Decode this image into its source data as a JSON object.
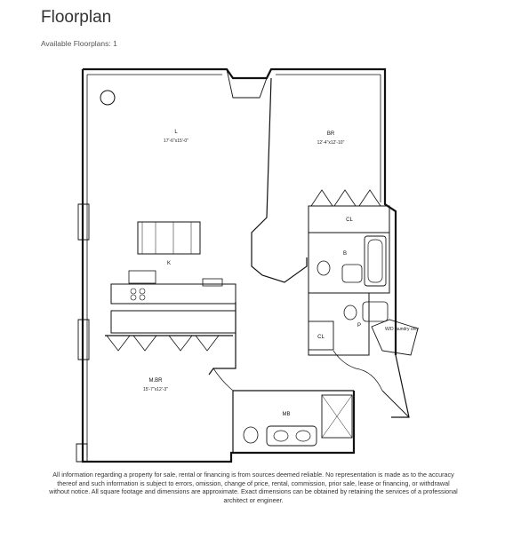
{
  "header": {
    "title": "Floorplan",
    "subtitle": "Available Floorplans: 1"
  },
  "plan": {
    "rooms": {
      "living": {
        "name": "L",
        "dims": "17'-6\"x15'-0\""
      },
      "bedroom": {
        "name": "BR",
        "dims": "12'-4\"x12'-10\""
      },
      "closet_br": {
        "name": "CL"
      },
      "kitchen": {
        "name": "K"
      },
      "bath": {
        "name": "B"
      },
      "powder": {
        "name": "P"
      },
      "closet_hall": {
        "name": "CL"
      },
      "washer_dryer": {
        "name": "W/D\nlaundry\nonly"
      },
      "master_bedroom": {
        "name": "M.BR",
        "dims": "15'-7\"x12'-3\""
      },
      "master_bath": {
        "name": "MB"
      }
    }
  },
  "disclaimer": {
    "lines": [
      "All information regarding a property for sale, rental or financing is from sources deemed reliable. No representation is made as to the accuracy",
      "thereof and such information is subject to errors, omission, change of price, rental, commission, prior sale, lease or financing, or withdrawal",
      "without notice. All square footage and dimensions are approximate. Exact dimensions can be obtained by retaining the services of a professional",
      "architect or engineer."
    ]
  }
}
